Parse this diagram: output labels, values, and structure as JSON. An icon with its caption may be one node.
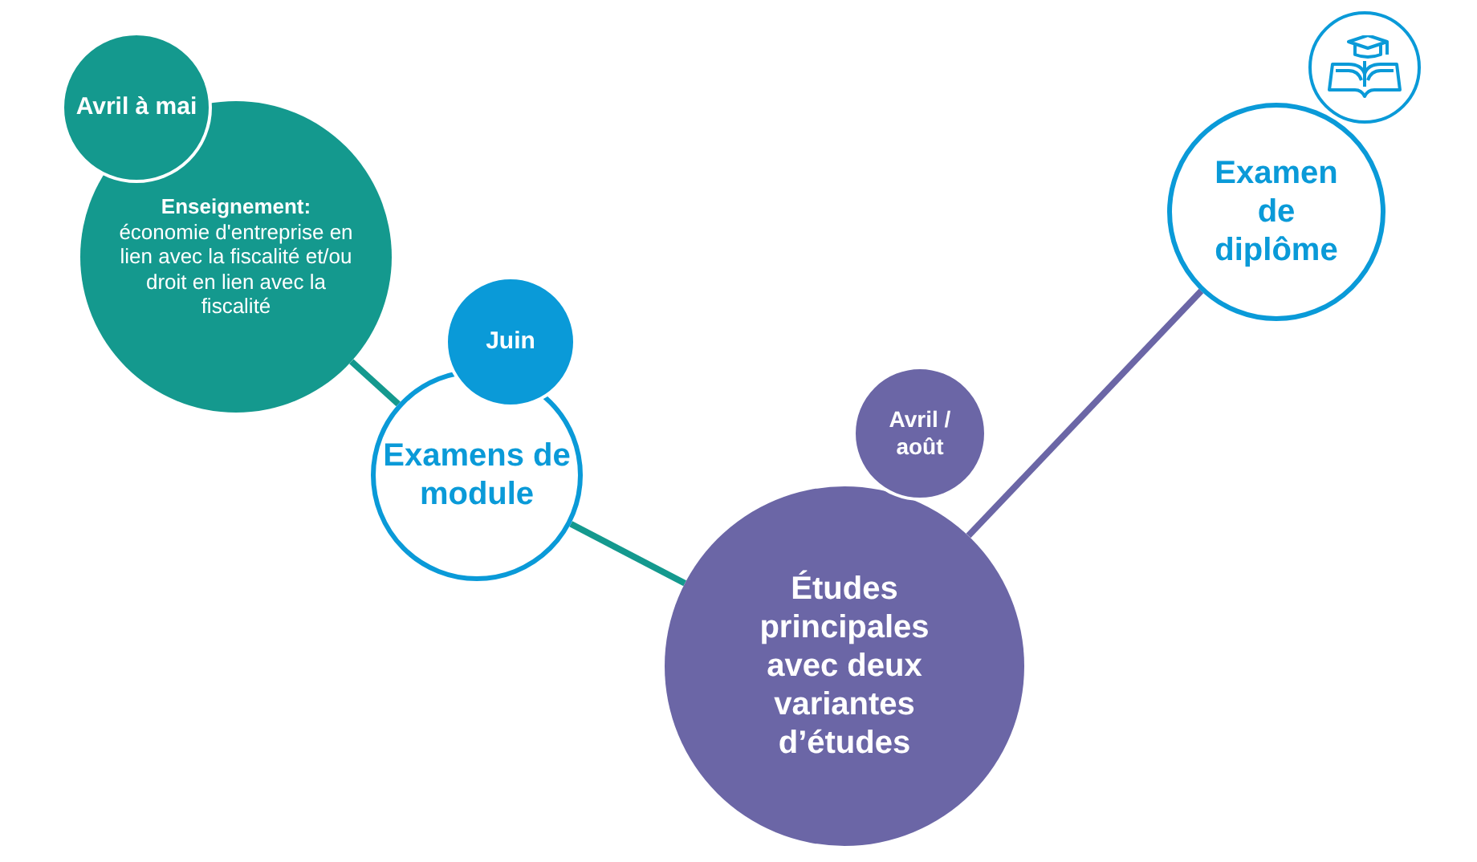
{
  "diagram": {
    "nodes": [
      {
        "text": [
          "Avril à mai"
        ]
      },
      {
        "text": [
          "Enseignement:",
          "économie d'entreprise en lien avec la fiscalité et/ou droit en lien avec la fiscalité"
        ]
      },
      {
        "text": [
          "Juin"
        ]
      },
      {
        "text": [
          "Examens de module"
        ]
      },
      {
        "text": [
          "Avril / août"
        ]
      },
      {
        "text": [
          "Études principales avec deux variantes d’études"
        ]
      },
      {
        "text": [],
        "shape": "circle"
      },
      {
        "text": [
          "Examen de diplôme"
        ]
      }
    ],
    "edges": [
      {
        "from": 1,
        "to": 3,
        "arrow": "none"
      },
      {
        "from": 3,
        "to": 5,
        "arrow": "none"
      },
      {
        "from": 5,
        "to": 7,
        "arrow": "none",
        "color": "#6b66a6"
      }
    ]
  }
}
